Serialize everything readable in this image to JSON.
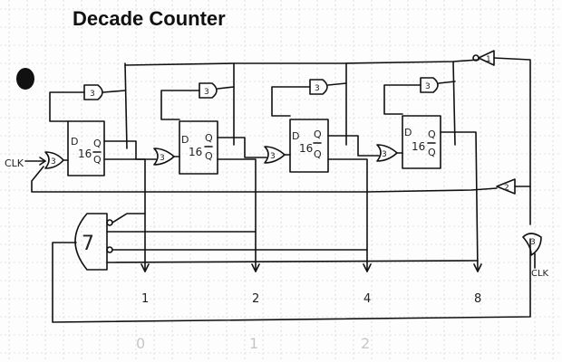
{
  "title": "Decade Counter",
  "labels": {
    "clk_in": "CLK",
    "clk_right": "CLK",
    "gate3": "3",
    "gate2": "2",
    "gate1": "1",
    "gate7": "7",
    "ff_d": "D",
    "ff_num": "16",
    "ff_q": "Q",
    "ff_qbar": "Q",
    "out1": "1",
    "out2": "2",
    "out4": "4",
    "out8": "8"
  },
  "faint_digits": [
    "0",
    "1",
    "2"
  ],
  "colors": {
    "ink": "#111111",
    "grid": "#c8c8c8",
    "paper": "#fdfdfd"
  }
}
